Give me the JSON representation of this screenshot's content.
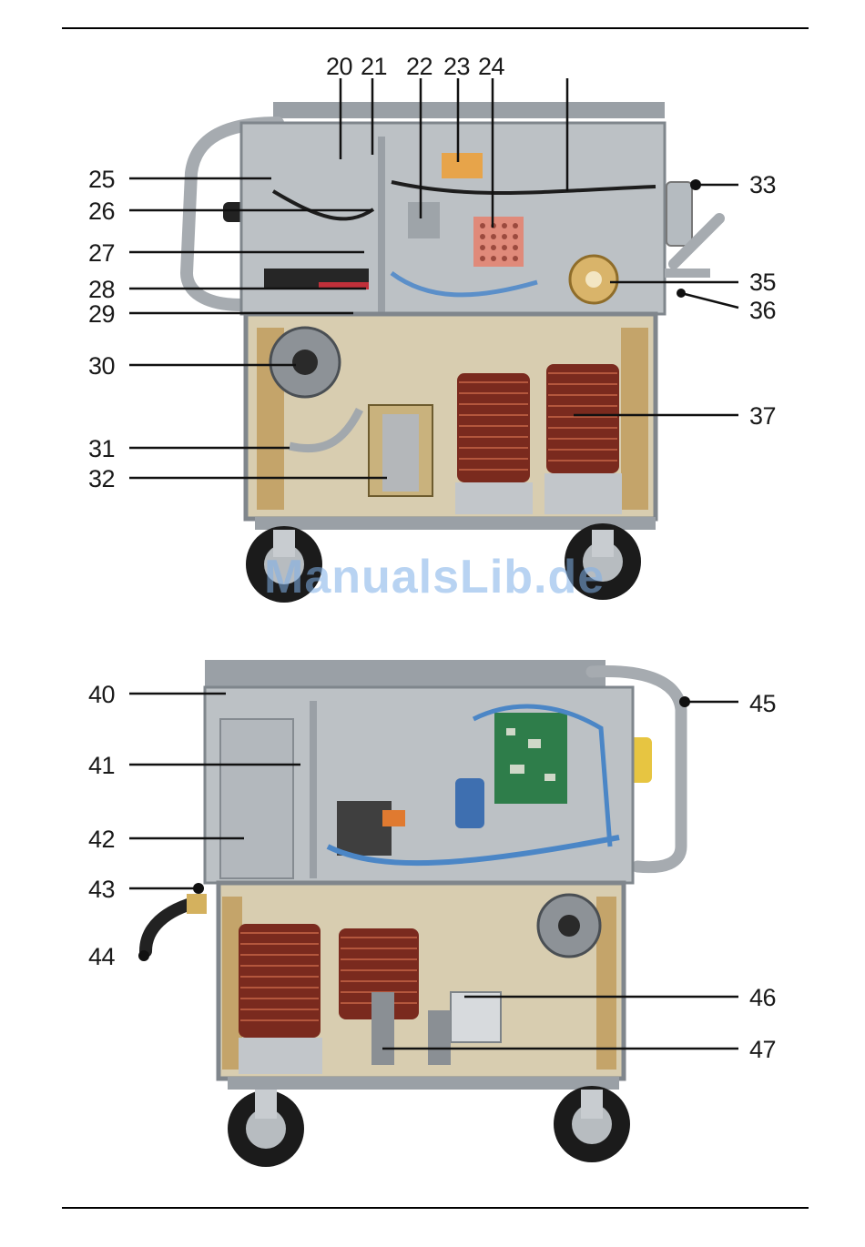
{
  "watermark": "ManualsLib.de",
  "figure_top": {
    "callouts": [
      "20",
      "21",
      "22",
      "23",
      "24",
      "25",
      "26",
      "27",
      "28",
      "29",
      "30",
      "31",
      "32",
      "33",
      "35",
      "36",
      "37"
    ]
  },
  "figure_bottom": {
    "callouts": [
      "40",
      "41",
      "42",
      "43",
      "44",
      "45",
      "46",
      "47"
    ]
  },
  "colors": {
    "frame": "#a9aeb3",
    "panel": "#bfc4c8",
    "coil": "#7a2a1e",
    "mesh": "#b8893c",
    "wheel": "#1b1b1b",
    "pcb": "#2e7d4a",
    "filter_pink": "#e08a7a"
  }
}
